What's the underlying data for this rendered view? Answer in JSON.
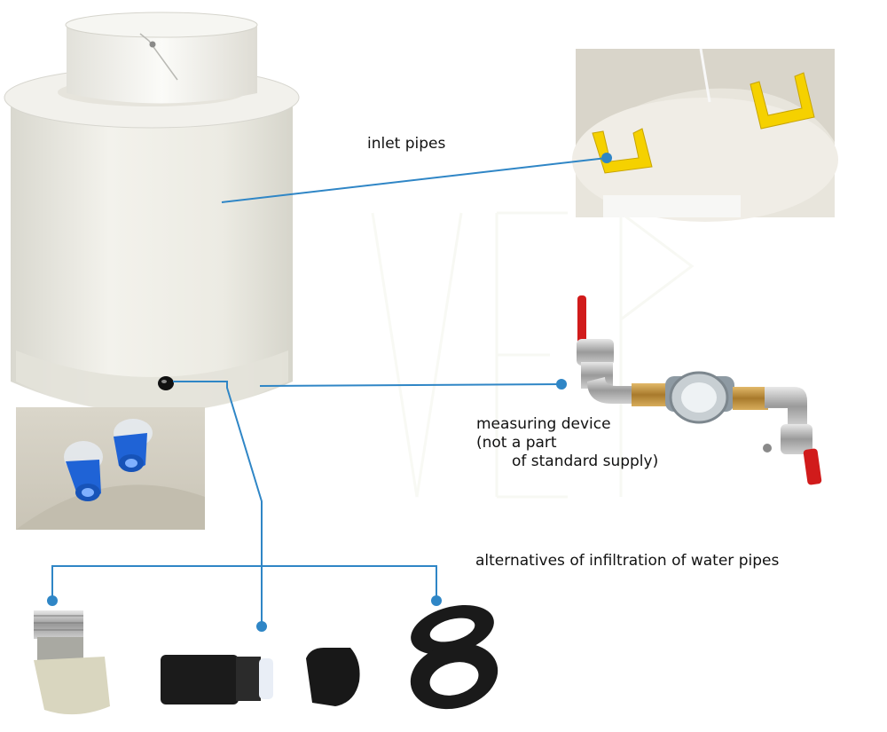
{
  "labels": {
    "inlet": "inlet pipes",
    "measuring_line1": "measuring device",
    "measuring_line2": "(not a part",
    "measuring_line3": "of standard supply)",
    "alternatives": "alternatives of  infiltration of water pipes"
  },
  "colors": {
    "leader_line": "#2f86c6",
    "tank_body": "#ecebe3",
    "blue_cap": "#1f63d6",
    "yellow_rung": "#f5d100",
    "valve_red": "#d11b1b",
    "brass": "#b8893a",
    "rubber": "#1a1a1a"
  },
  "icons": {
    "tank": "tank-icon",
    "blue_caps": "blue-cap-icon",
    "yellow_rungs": "ladder-rung-icon",
    "meter": "water-meter-icon",
    "threaded_adapter": "threaded-adapter-icon",
    "compression_fitting": "compression-fitting-icon",
    "rubber_seal": "rubber-seal-icon"
  }
}
